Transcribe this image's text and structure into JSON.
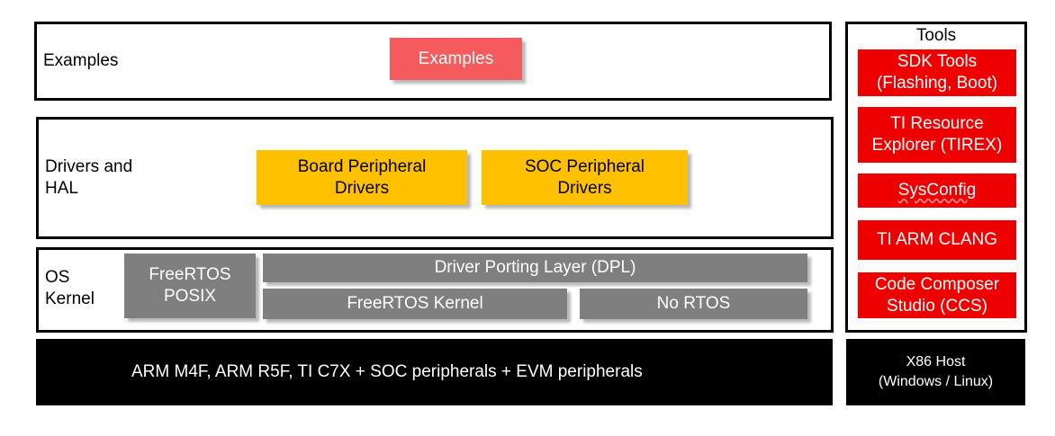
{
  "layers": {
    "examples": {
      "label": "Examples",
      "blocks": [
        "Examples"
      ]
    },
    "drivers": {
      "label": "Drivers and\nHAL",
      "blocks": [
        "Board Peripheral\nDrivers",
        "SOC Peripheral\nDrivers"
      ]
    },
    "os": {
      "label": "OS\nKernel",
      "blocks": [
        "FreeRTOS\nPOSIX",
        "Driver Porting Layer (DPL)",
        "FreeRTOS Kernel",
        "No RTOS"
      ]
    }
  },
  "tools": {
    "title": "Tools",
    "items": [
      "SDK Tools\n(Flashing, Boot)",
      "TI Resource\nExplorer (TIREX)",
      "SysConfig",
      "TI ARM CLANG",
      "Code Composer\nStudio (CCS)"
    ]
  },
  "hardware": {
    "target": "ARM M4F, ARM R5F, TI C7X + SOC peripherals + EVM peripherals",
    "host": "X86 Host\n(Windows / Linux)"
  },
  "colors": {
    "examples_block": "#f55a5c",
    "driver_blocks": "#ffc000",
    "os_blocks": "#7f7f7f",
    "tool_blocks": "#ee0000",
    "hardware": "#000000"
  }
}
